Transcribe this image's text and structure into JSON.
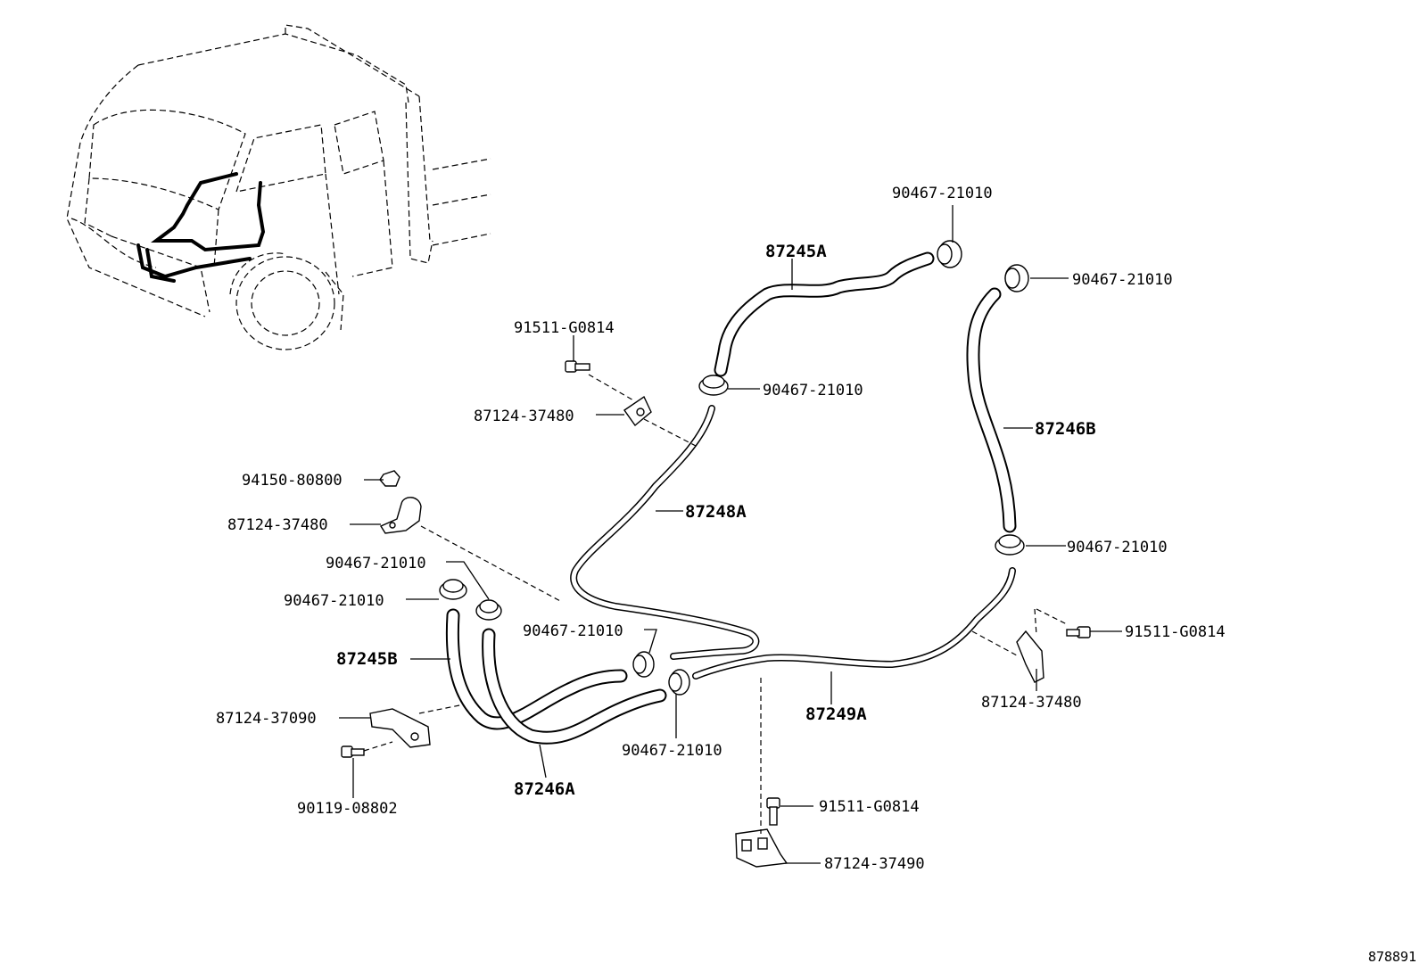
{
  "labels": {
    "p_90467_21010_a": "90467-21010",
    "p_87245A": "87245A",
    "p_90467_21010_b": "90467-21010",
    "p_91511_G0814_a": "91511-G0814",
    "p_90467_21010_c": "90467-21010",
    "p_87124_37480_a": "87124-37480",
    "p_87246B": "87246B",
    "p_94150_80800": "94150-80800",
    "p_87248A": "87248A",
    "p_87124_37480_b": "87124-37480",
    "p_90467_21010_d": "90467-21010",
    "p_90467_21010_e": "90467-21010",
    "p_90467_21010_f": "90467-21010",
    "p_91511_G0814_b": "91511-G0814",
    "p_90467_21010_g": "90467-21010",
    "p_87245B": "87245B",
    "p_87124_37090": "87124-37090",
    "p_87249A": "87249A",
    "p_87124_37480_c": "87124-37480",
    "p_90467_21010_h": "90467-21010",
    "p_90119_08802": "90119-08802",
    "p_87246A": "87246A",
    "p_91511_G0814_c": "91511-G0814",
    "p_87124_37490": "87124-37490"
  },
  "figure_ref": "878891"
}
